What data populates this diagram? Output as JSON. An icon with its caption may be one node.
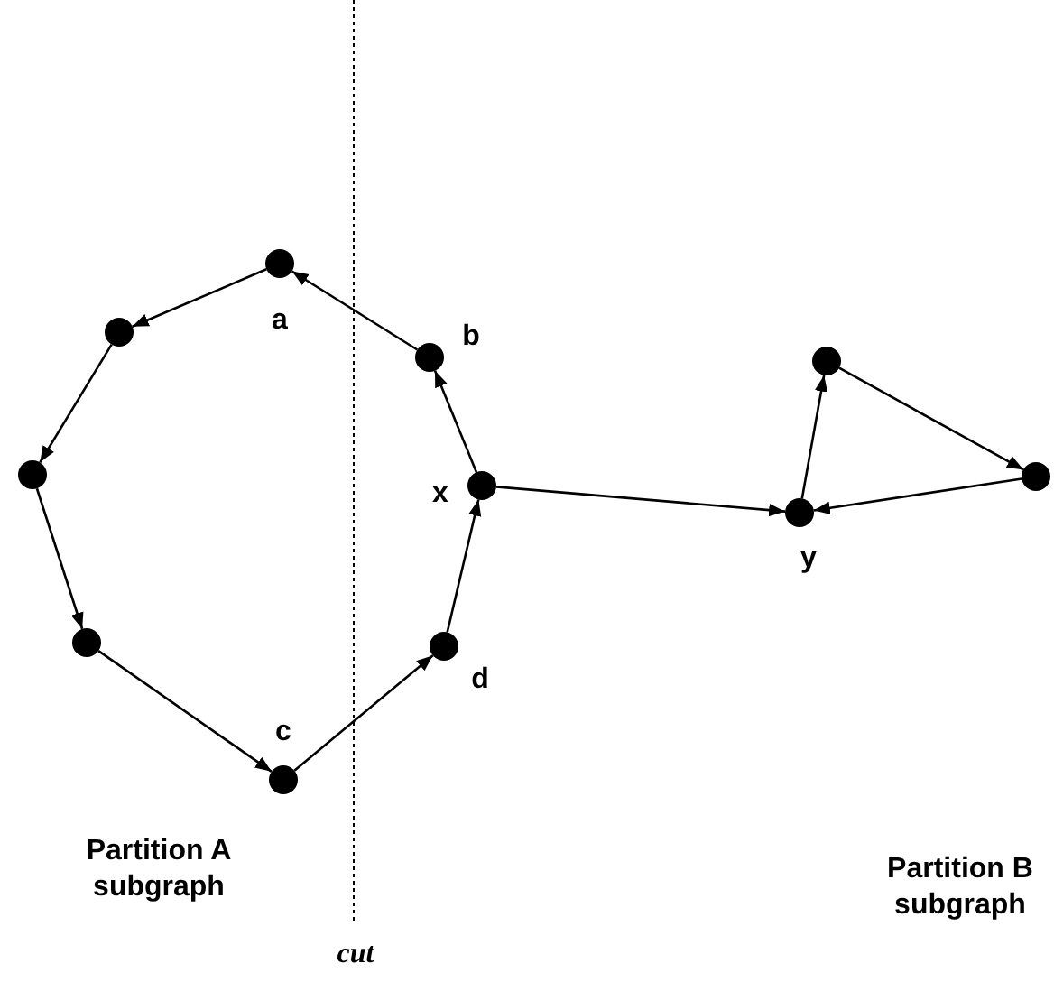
{
  "diagram": {
    "nodes": [
      {
        "text": [],
        "shape": "circle",
        "beside": [
          "a"
        ]
      },
      {
        "text": [],
        "shape": "circle"
      },
      {
        "text": [],
        "shape": "circle"
      },
      {
        "text": [],
        "shape": "circle"
      },
      {
        "text": [],
        "shape": "circle",
        "beside": [
          "c"
        ]
      },
      {
        "text": [],
        "shape": "circle",
        "beside": [
          "d"
        ]
      },
      {
        "text": [],
        "shape": "circle",
        "beside": [
          "x"
        ]
      },
      {
        "text": [],
        "shape": "circle",
        "beside": [
          "b"
        ]
      },
      {
        "text": [],
        "shape": "circle"
      },
      {
        "text": [],
        "shape": "circle",
        "beside": [
          "y"
        ]
      },
      {
        "text": [],
        "shape": "circle"
      }
    ],
    "edges": [
      {
        "from": 0,
        "to": 1,
        "arrow": "to"
      },
      {
        "from": 1,
        "to": 2,
        "arrow": "to"
      },
      {
        "from": 2,
        "to": 3,
        "arrow": "to"
      },
      {
        "from": 3,
        "to": 4,
        "arrow": "to"
      },
      {
        "from": 4,
        "to": 5,
        "arrow": "to"
      },
      {
        "from": 5,
        "to": 6,
        "arrow": "to"
      },
      {
        "from": 6,
        "to": 7,
        "arrow": "to"
      },
      {
        "from": 7,
        "to": 0,
        "arrow": "to"
      },
      {
        "from": 6,
        "to": 9,
        "arrow": "to"
      },
      {
        "from": 9,
        "to": 8,
        "arrow": "to"
      },
      {
        "from": 8,
        "to": 10,
        "arrow": "to"
      },
      {
        "from": 10,
        "to": 9,
        "arrow": "to"
      }
    ],
    "labels": [
      "Partition A subgraph",
      "Partition B subgraph",
      "cut"
    ]
  }
}
